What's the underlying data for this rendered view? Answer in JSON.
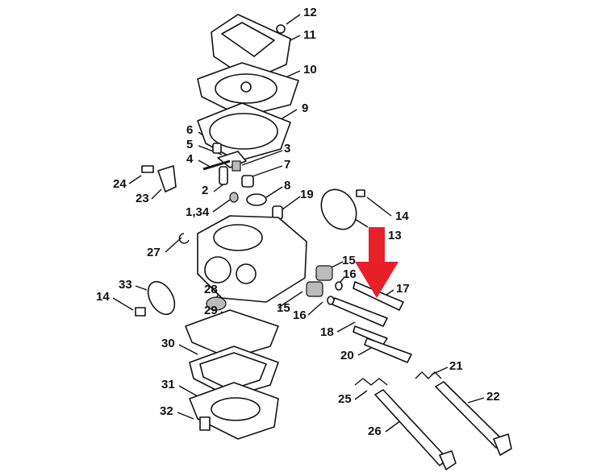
{
  "diagram": {
    "labels": [
      "12",
      "11",
      "10",
      "9",
      "6",
      "5",
      "3",
      "4",
      "7",
      "2",
      "8",
      "19",
      "1,34",
      "24",
      "23",
      "14",
      "13",
      "27",
      "15",
      "16",
      "33",
      "28",
      "17",
      "14",
      "15",
      "29",
      "16",
      "18",
      "30",
      "20",
      "21",
      "31",
      "25",
      "22",
      "32",
      "26"
    ],
    "arrow_color": "#e8202a"
  }
}
